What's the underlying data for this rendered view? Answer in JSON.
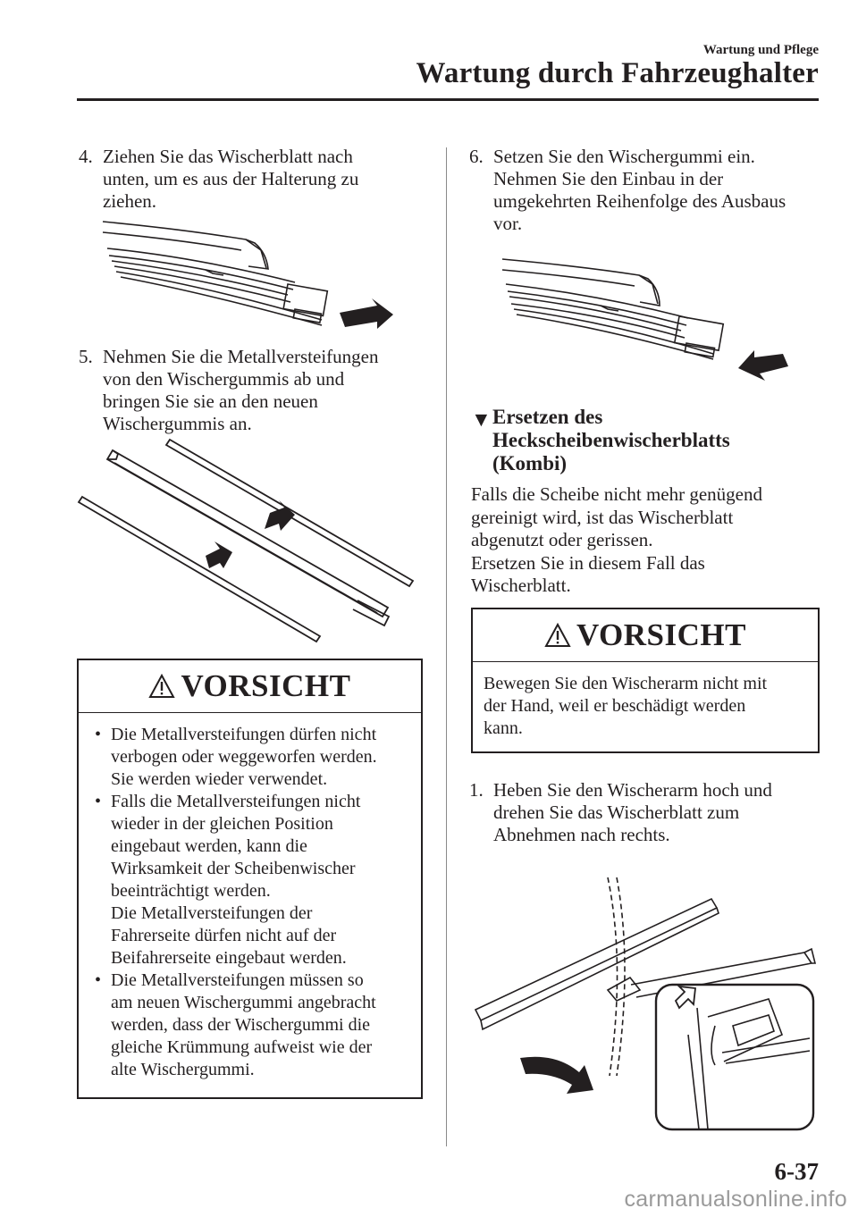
{
  "header": {
    "section": "Wartung und Pflege",
    "title": "Wartung durch Fahrzeughalter"
  },
  "left_column": {
    "step4": {
      "number": "4.",
      "lines": [
        "Ziehen Sie das Wischerblatt nach",
        "unten, um es aus der Halterung zu",
        "ziehen."
      ]
    },
    "step5": {
      "number": "5.",
      "lines": [
        "Nehmen Sie die Metallversteifungen",
        "von den Wischergummis ab und",
        "bringen Sie sie an den neuen",
        "Wischergummis an."
      ]
    },
    "caution": {
      "title": "VORSICHT",
      "bullets": [
        [
          "Die Metallversteifungen dürfen nicht",
          "verbogen oder weggeworfen werden.",
          "Sie werden wieder verwendet."
        ],
        [
          "Falls die Metallversteifungen nicht",
          "wieder in der gleichen Position",
          "eingebaut werden, kann die",
          "Wirksamkeit der Scheibenwischer",
          "beeinträchtigt werden.",
          "Die Metallversteifungen der",
          "Fahrerseite dürfen nicht auf der",
          "Beifahrerseite eingebaut werden."
        ],
        [
          "Die Metallversteifungen müssen so",
          "am neuen Wischergummi angebracht",
          "werden, dass der Wischergummi die",
          "gleiche Krümmung aufweist wie der",
          "alte Wischergummi."
        ]
      ]
    }
  },
  "right_column": {
    "step6": {
      "number": "6.",
      "lines": [
        "Setzen Sie den Wischergummi ein.",
        "Nehmen Sie den Einbau in der",
        "umgekehrten Reihenfolge des Ausbaus",
        "vor."
      ]
    },
    "heading": {
      "marker": "▼",
      "lines": [
        "Ersetzen des",
        "Heckscheibenwischerblatts",
        "(Kombi)"
      ]
    },
    "intro": [
      "Falls die Scheibe nicht mehr genügend",
      "gereinigt wird, ist das Wischerblatt",
      "abgenutzt oder gerissen.",
      "Ersetzen Sie in diesem Fall das",
      "Wischerblatt."
    ],
    "caution": {
      "title": "VORSICHT",
      "lines": [
        "Bewegen Sie den Wischerarm nicht mit",
        "der Hand, weil er beschädigt werden",
        "kann."
      ]
    },
    "step1": {
      "number": "1.",
      "lines": [
        "Heben Sie den Wischerarm hoch und",
        "drehen Sie das Wischerblatt zum",
        "Abnehmen nach rechts."
      ]
    }
  },
  "footer": {
    "page_number": "6-37",
    "watermark": "carmanualsonline.info"
  },
  "icons": {
    "caution": "warning-triangle-icon",
    "arrow": "arrow-icon",
    "bullet": "bullet-dot"
  }
}
